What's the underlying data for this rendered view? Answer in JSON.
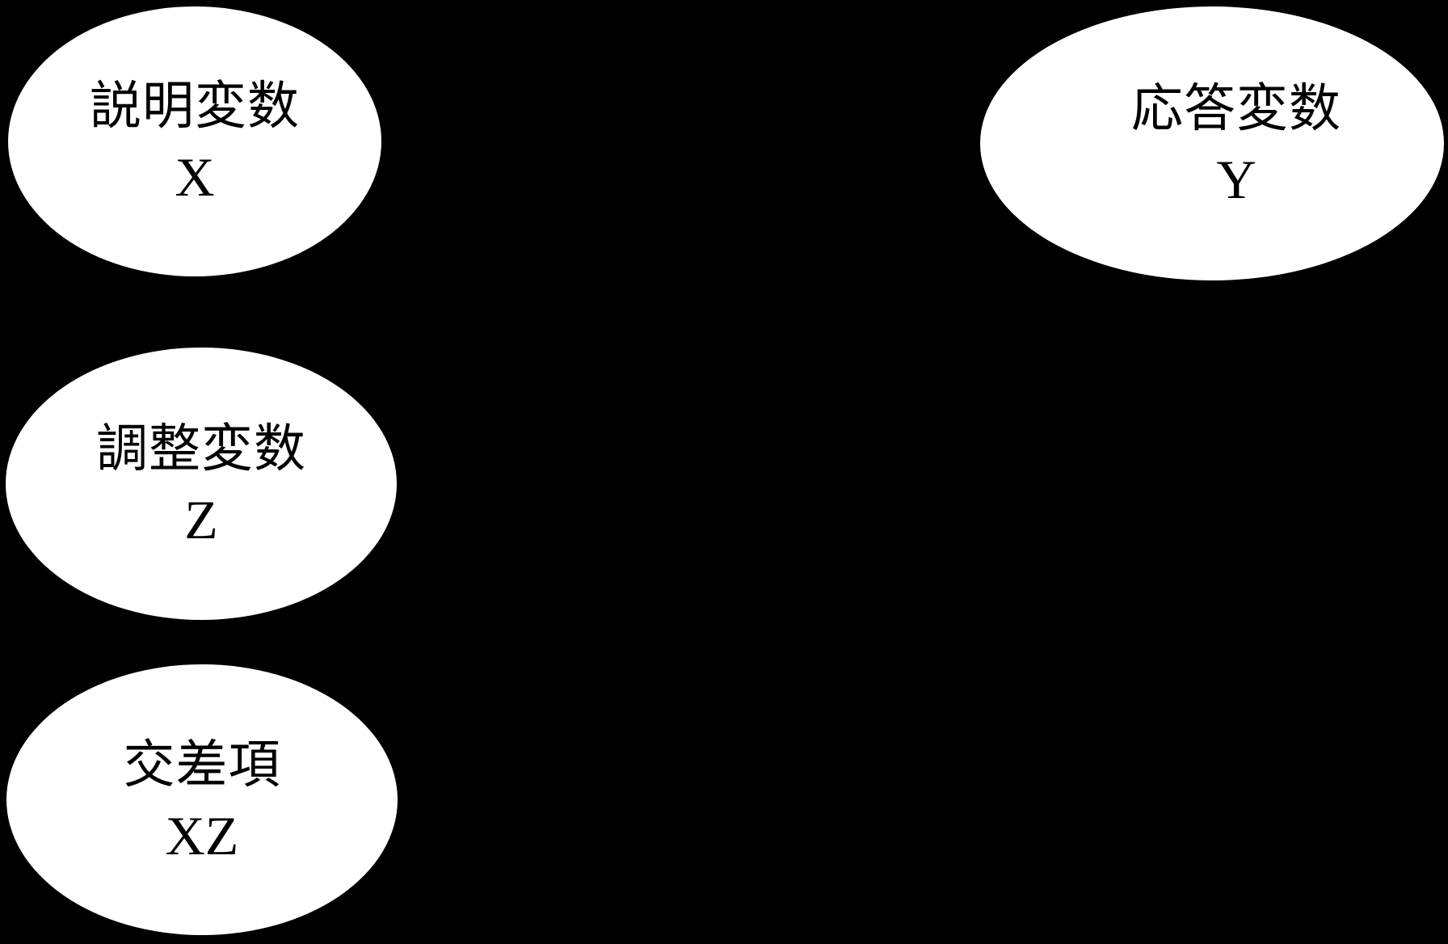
{
  "figure": {
    "title": "moderation-model-diagram",
    "background_color": "#000000",
    "node_fill_color": "#ffffff",
    "node_text_color": "#000000"
  },
  "nodes": [
    {
      "id": "explanatory",
      "label": "説明変数",
      "symbol": "X"
    },
    {
      "id": "response",
      "label": "応答変数",
      "symbol": "Y"
    },
    {
      "id": "moderator",
      "label": "調整変数",
      "symbol": "Z"
    },
    {
      "id": "interaction",
      "label": "交差項",
      "symbol": "XZ"
    }
  ]
}
